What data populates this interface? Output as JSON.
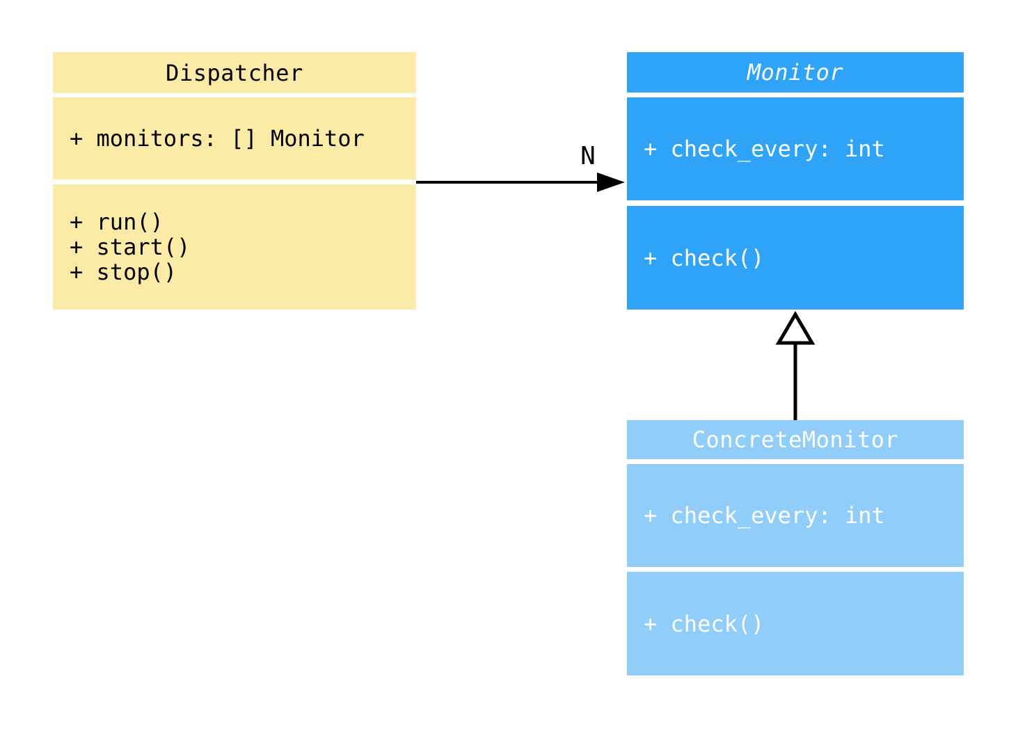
{
  "diagram": {
    "type": "uml-class-diagram",
    "background": "#ffffff"
  },
  "connectors": {
    "line_color": "#000000"
  },
  "classes": [
    {
      "name": "Dispatcher",
      "abstract": false,
      "fill": "#FCEBA6",
      "text_color": "#000000",
      "attributes": [
        "+ monitors: [] Monitor"
      ],
      "methods": [
        "+ run()",
        "+ start()",
        "+ stop()"
      ]
    },
    {
      "name": "Monitor",
      "abstract": true,
      "fill": "#2FA3F7",
      "text_color": "#FFFFFF",
      "attributes": [
        "+ check_every: int"
      ],
      "methods": [
        "+ check()"
      ]
    },
    {
      "name": "ConcreteMonitor",
      "abstract": false,
      "fill": "#90CDF9",
      "text_color": "#FFFFFF",
      "attributes": [
        "+ check_every: int"
      ],
      "methods": [
        "+ check()"
      ]
    }
  ],
  "relations": [
    {
      "type": "association",
      "from": "Dispatcher",
      "to": "Monitor",
      "label": "N"
    },
    {
      "type": "inheritance",
      "from": "ConcreteMonitor",
      "to": "Monitor",
      "label": ""
    }
  ]
}
